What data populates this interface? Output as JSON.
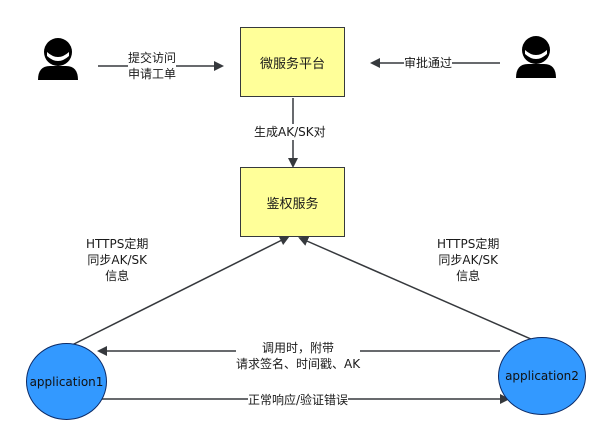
{
  "nodes": {
    "platform": "微服务平台",
    "auth": "鉴权服务",
    "app1": "application1",
    "app2": "application2"
  },
  "edges": {
    "apply": [
      "提交访问",
      "申请工单"
    ],
    "approve": "审批通过",
    "generate": "生成AK/SK对",
    "sync_left": [
      "HTTPS定期",
      "同步AK/SK",
      "信息"
    ],
    "sync_right": [
      "HTTPS定期",
      "同步AK/SK",
      "信息"
    ],
    "call": [
      "调用时，附带",
      "请求签名、时间戳、AK"
    ],
    "response": "正常响应/验证错误"
  },
  "colors": {
    "box_fill": "#ffff99",
    "app_fill": "#3399ff",
    "line": "#36393d"
  },
  "icons": {
    "applicant": "user-icon",
    "approver": "user-icon"
  }
}
